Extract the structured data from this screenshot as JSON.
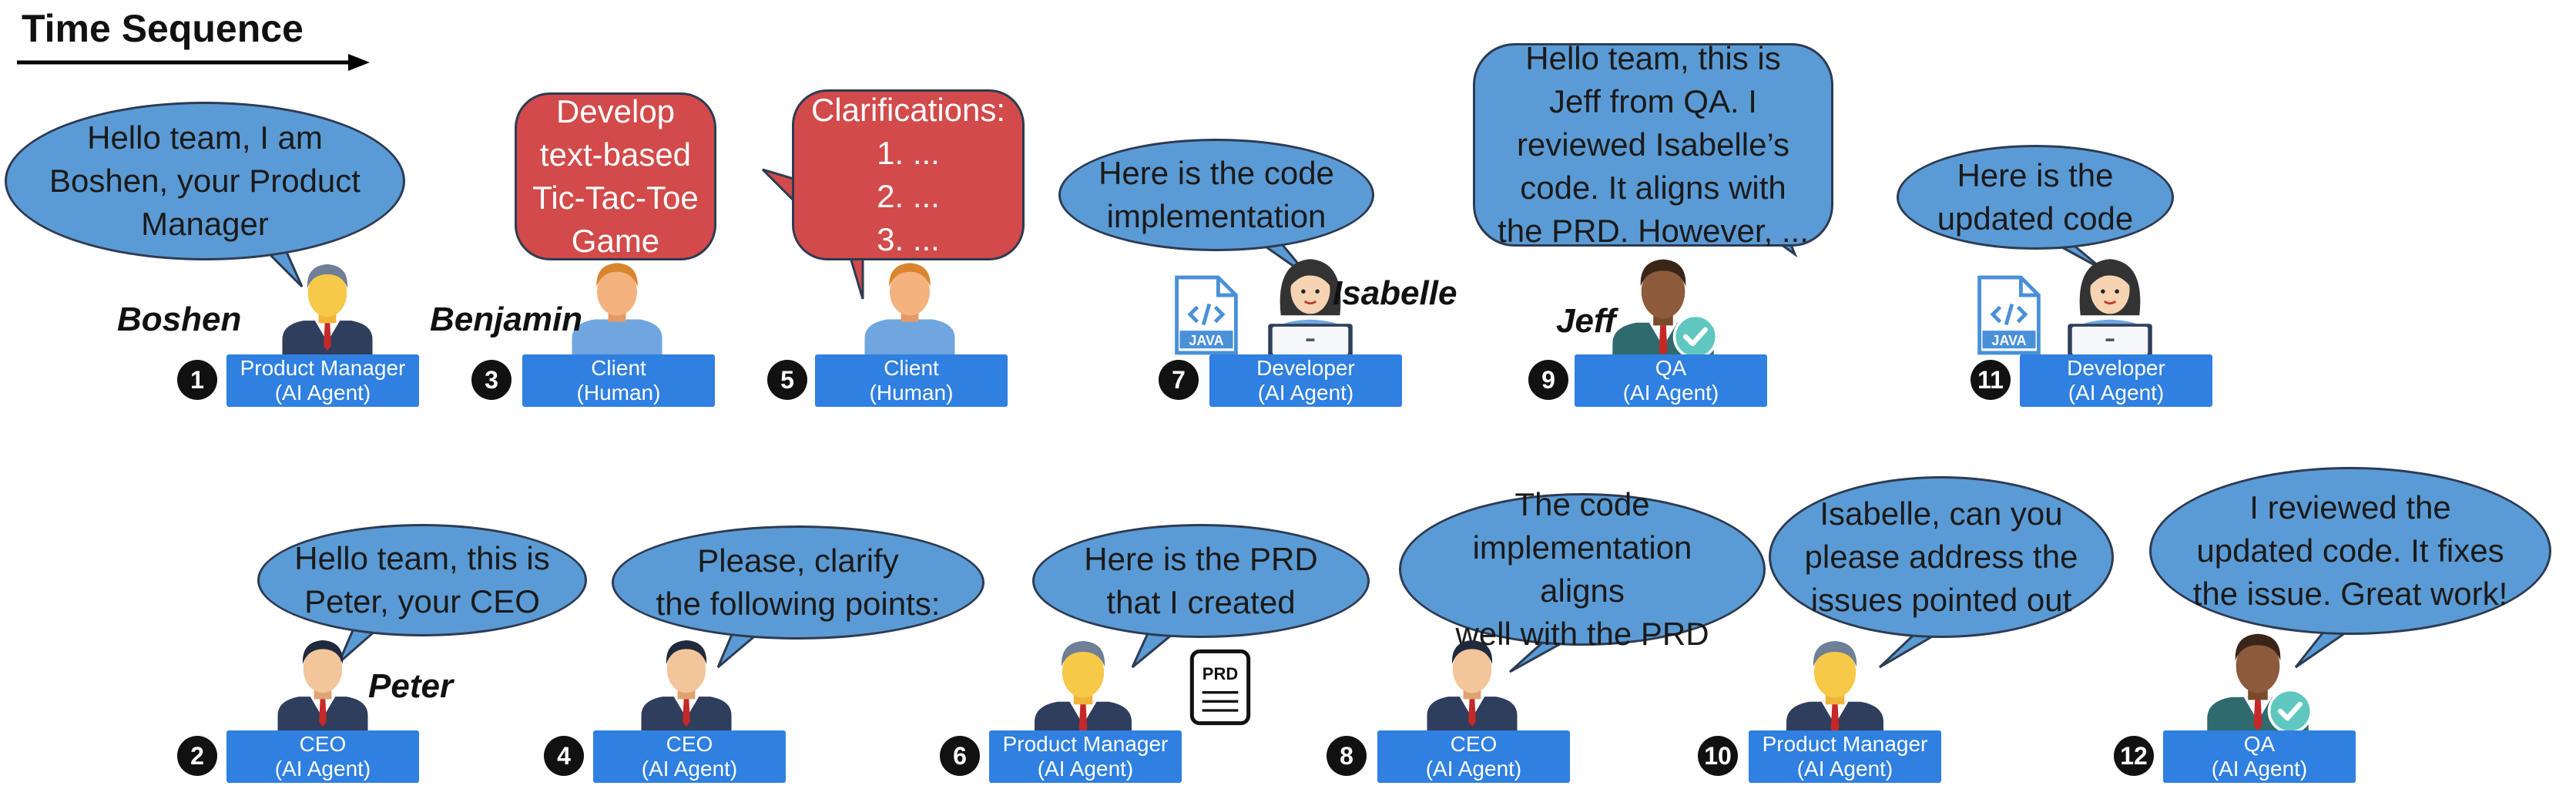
{
  "header": {
    "title": "Time Sequence"
  },
  "colors": {
    "bubble_blue": "#5b9bd5",
    "bubble_red": "#d24a4a",
    "role_box": "#2f80e0",
    "badge": "#111111"
  },
  "steps": [
    {
      "num": "1",
      "role": "Product Manager",
      "kind": "(AI Agent)",
      "name": "Boshen",
      "icon": "manager-avatar-icon",
      "message": "Hello team, I am\nBoshen, your Product\nManager"
    },
    {
      "num": "2",
      "role": "CEO",
      "kind": "(AI Agent)",
      "name": "Peter",
      "icon": "ceo-avatar-icon",
      "message": "Hello team, this is\nPeter, your CEO"
    },
    {
      "num": "3",
      "role": "Client",
      "kind": "(Human)",
      "name": "Benjamin",
      "icon": "client-avatar-icon",
      "message": "Develop\ntext-based\nTic-Tac-Toe\nGame"
    },
    {
      "num": "4",
      "role": "CEO",
      "kind": "(AI Agent)",
      "icon": "ceo-avatar-icon",
      "message": "Please, clarify\nthe following points:"
    },
    {
      "num": "5",
      "role": "Client",
      "kind": "(Human)",
      "icon": "client-avatar-icon",
      "message": "Clarifications:\n1. ...\n2. ...\n3. ..."
    },
    {
      "num": "6",
      "role": "Product Manager",
      "kind": "(AI Agent)",
      "icon": "manager-avatar-icon",
      "message": "Here is the PRD\nthat I created",
      "doc_label": "PRD"
    },
    {
      "num": "7",
      "role": "Developer",
      "kind": "(AI Agent)",
      "name": "Isabelle",
      "icon": "developer-avatar-icon",
      "message": "Here is the code\nimplementation",
      "doc_label": "JAVA"
    },
    {
      "num": "8",
      "role": "CEO",
      "kind": "(AI Agent)",
      "icon": "ceo-avatar-icon",
      "message": "The code\nimplementation aligns\nwell with the PRD"
    },
    {
      "num": "9",
      "role": "QA",
      "kind": "(AI Agent)",
      "name": "Jeff",
      "icon": "qa-avatar-icon",
      "message": "Hello team, this is\nJeff from QA. I\nreviewed Isabelle’s\ncode. It aligns with\nthe PRD. However, ..."
    },
    {
      "num": "10",
      "role": "Product Manager",
      "kind": "(AI Agent)",
      "icon": "manager-avatar-icon",
      "message": "Isabelle, can you\nplease address the\nissues pointed out"
    },
    {
      "num": "11",
      "role": "Developer",
      "kind": "(AI Agent)",
      "icon": "developer-avatar-icon",
      "message": "Here is the\nupdated code",
      "doc_label": "JAVA"
    },
    {
      "num": "12",
      "role": "QA",
      "kind": "(AI Agent)",
      "icon": "qa-avatar-icon",
      "message": "I reviewed the\nupdated code. It fixes\nthe issue. Great work!"
    }
  ]
}
